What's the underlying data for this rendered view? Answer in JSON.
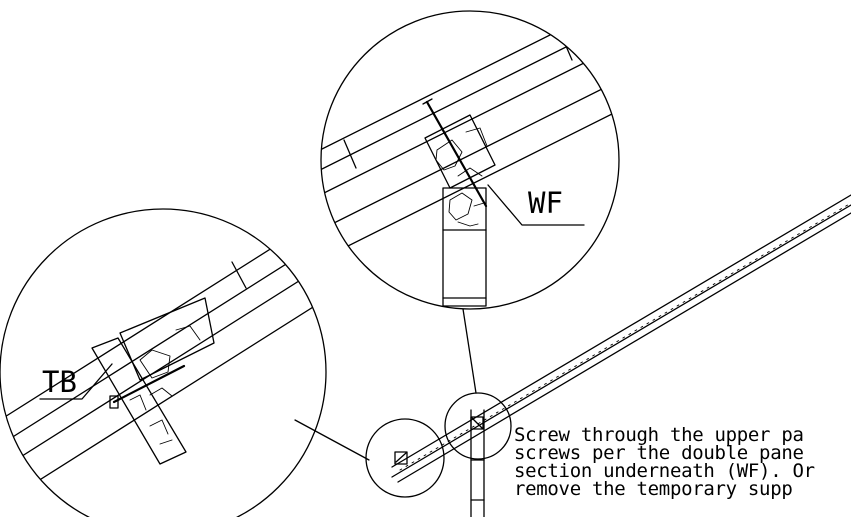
{
  "labels": {
    "wf": "WF",
    "tb": "TB"
  },
  "note": {
    "line1": "Screw through the upper pa",
    "line2": "screws per the double pane",
    "line3": "section underneath (WF). Or",
    "line4": "remove the temporary supp"
  }
}
